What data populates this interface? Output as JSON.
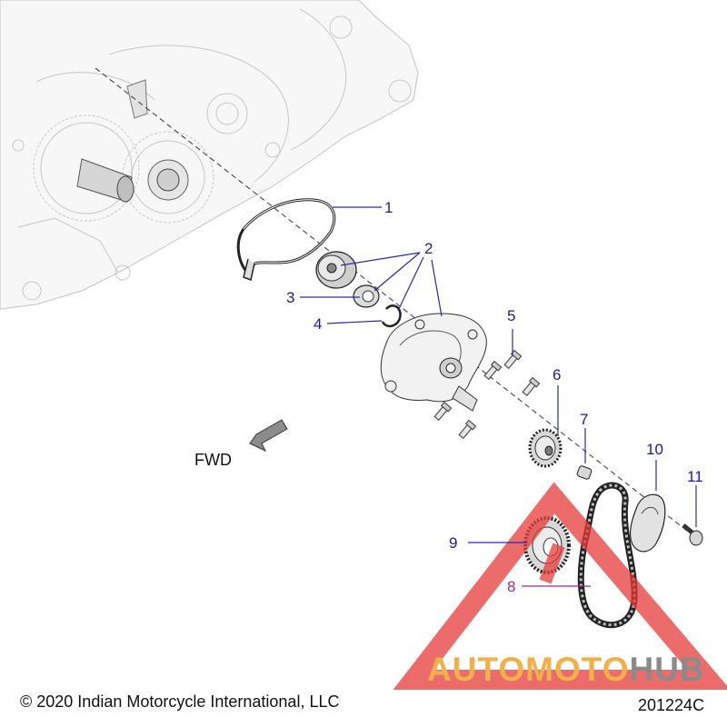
{
  "diagram": {
    "callouts": [
      {
        "id": "1",
        "label": "1"
      },
      {
        "id": "2",
        "label": "2"
      },
      {
        "id": "3",
        "label": "3"
      },
      {
        "id": "4",
        "label": "4"
      },
      {
        "id": "5",
        "label": "5"
      },
      {
        "id": "6",
        "label": "6"
      },
      {
        "id": "7",
        "label": "7"
      },
      {
        "id": "8",
        "label": "8"
      },
      {
        "id": "9",
        "label": "9"
      },
      {
        "id": "10",
        "label": "10"
      },
      {
        "id": "11",
        "label": "11"
      }
    ],
    "fwd_label": "FWD",
    "copyright": "© 2020 Indian Motorcycle International, LLC",
    "drawing_id": "201224C"
  },
  "watermark": {
    "part1": "AUTO",
    "part2": "MOTO",
    "part3": "HUB",
    "color_orange": "#f2b04a",
    "color_gray": "#8a8a8a",
    "triangle_color": "#e63b3b"
  },
  "colors": {
    "callout_blue": "#1a1aa8",
    "callout_purple": "#9c2a8c"
  }
}
